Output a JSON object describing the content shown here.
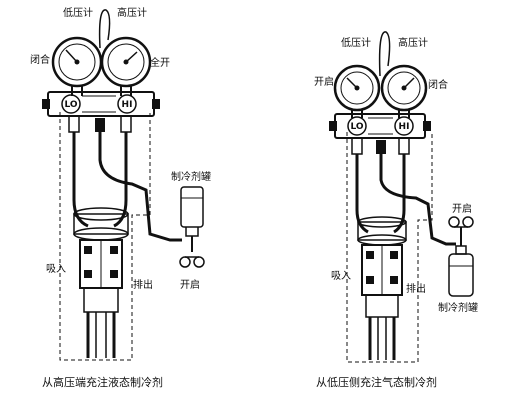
{
  "left": {
    "low_gauge": "低压计",
    "high_gauge": "高压计",
    "valve_left": "闭合",
    "valve_right": "全开",
    "lo_knob": "LO",
    "hi_knob": "HI",
    "tank": "制冷剂罐",
    "suction": "吸入",
    "discharge": "排出",
    "open": "开启",
    "caption": "从高压端充注液态制冷剂"
  },
  "right": {
    "low_gauge": "低压计",
    "high_gauge": "高压计",
    "valve_left": "开启",
    "valve_right": "闭合",
    "lo_knob": "LO",
    "hi_knob": "HI",
    "open": "开启",
    "suction": "吸入",
    "discharge": "排出",
    "tank": "制冷剂罐",
    "caption": "从低压侧充注气态制冷剂"
  }
}
